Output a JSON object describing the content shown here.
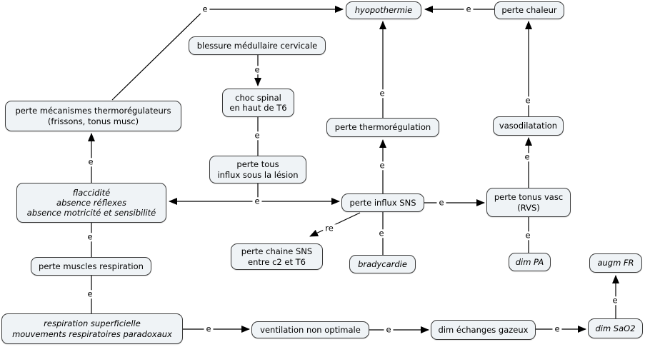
{
  "diagram": {
    "title": "concept map: choc spinal / blessure médullaire cervicale",
    "language": "fr",
    "background_color": "#ffffff",
    "node_fill_color": "#eff3f6",
    "node_border_color": "#3a3a3a",
    "connector_color": "#000000"
  },
  "nodes": [
    {
      "id": "hyopothermie",
      "label": "hyopothermie"
    },
    {
      "id": "perte-chaleur",
      "label": "perte chaleur"
    },
    {
      "id": "blessure-medullaire-cervicale",
      "label": "blessure médullaire cervicale"
    },
    {
      "id": "choc-spinal",
      "label": "choc spinal\nen haut de T6"
    },
    {
      "id": "perte-mecanismes-thermoregulateurs",
      "label": "perte mécanismes thermorégulateurs\n(frissons, tonus musc)"
    },
    {
      "id": "perte-thermoregulation",
      "label": "perte thermorégulation"
    },
    {
      "id": "vasodilatation",
      "label": "vasodilatation"
    },
    {
      "id": "perte-tous-influx",
      "label": "perte tous\ninflux sous la lésion"
    },
    {
      "id": "flaccidite",
      "label": "flaccidité\nabsence réflexes\nabsence motricité et sensibilité"
    },
    {
      "id": "perte-influx-sns",
      "label": "perte influx SNS"
    },
    {
      "id": "perte-tonus-vasc",
      "label": "perte tonus vasc\n(RVS)"
    },
    {
      "id": "perte-chaine-sns",
      "label": "perte chaine SNS\nentre c2 et T6"
    },
    {
      "id": "bradycardie",
      "label": "bradycardie"
    },
    {
      "id": "dim-pa",
      "label": "dim PA"
    },
    {
      "id": "augm-fr",
      "label": "augm FR"
    },
    {
      "id": "perte-muscles-respiration",
      "label": "perte muscles respiration"
    },
    {
      "id": "respiration-superficielle",
      "label": "respiration superficielle\nmouvements respiratoires paradoxaux"
    },
    {
      "id": "ventilation-non-optimale",
      "label": "ventilation non optimale"
    },
    {
      "id": "dim-echanges-gazeux",
      "label": "dim échanges gazeux"
    },
    {
      "id": "dim-sao2",
      "label": "dim SaO2"
    }
  ],
  "links": [
    {
      "label": "e",
      "from": "perte-mecanismes-thermoregulateurs",
      "to": "hyopothermie"
    },
    {
      "label": "e",
      "from": "perte-chaleur",
      "to": "hyopothermie"
    },
    {
      "label": "e",
      "from": "blessure-medullaire-cervicale",
      "to": "choc-spinal"
    },
    {
      "label": "e",
      "from": "choc-spinal",
      "to": "perte-tous-influx"
    },
    {
      "label": "e",
      "from": "perte-thermoregulation",
      "to": "hyopothermie"
    },
    {
      "label": "e",
      "from": "vasodilatation",
      "to": "perte-chaleur"
    },
    {
      "label": "e",
      "from": "perte-tous-influx",
      "to": "flaccidite, perte-influx-sns"
    },
    {
      "label": "e",
      "from": "flaccidite",
      "to": "perte-mecanismes-thermoregulateurs"
    },
    {
      "label": "e",
      "from": "perte-influx-sns",
      "to": "perte-thermoregulation"
    },
    {
      "label": "e",
      "from": "perte-influx-sns",
      "to": "perte-tonus-vasc"
    },
    {
      "label": "re",
      "from": "perte-influx-sns",
      "to": "perte-chaine-sns"
    },
    {
      "label": "e",
      "from": "perte-influx-sns",
      "to": "bradycardie"
    },
    {
      "label": "e",
      "from": "perte-tonus-vasc",
      "to": "dim-pa"
    },
    {
      "label": "e",
      "from": "perte-tonus-vasc",
      "to": "vasodilatation"
    },
    {
      "label": "e",
      "from": "flaccidite",
      "to": "perte-muscles-respiration"
    },
    {
      "label": "e",
      "from": "perte-muscles-respiration",
      "to": "respiration-superficielle"
    },
    {
      "label": "e",
      "from": "respiration-superficielle",
      "to": "ventilation-non-optimale"
    },
    {
      "label": "e",
      "from": "ventilation-non-optimale",
      "to": "dim-echanges-gazeux"
    },
    {
      "label": "e",
      "from": "dim-echanges-gazeux",
      "to": "dim-sao2"
    },
    {
      "label": "e",
      "from": "dim-sao2",
      "to": "augm-fr"
    }
  ]
}
